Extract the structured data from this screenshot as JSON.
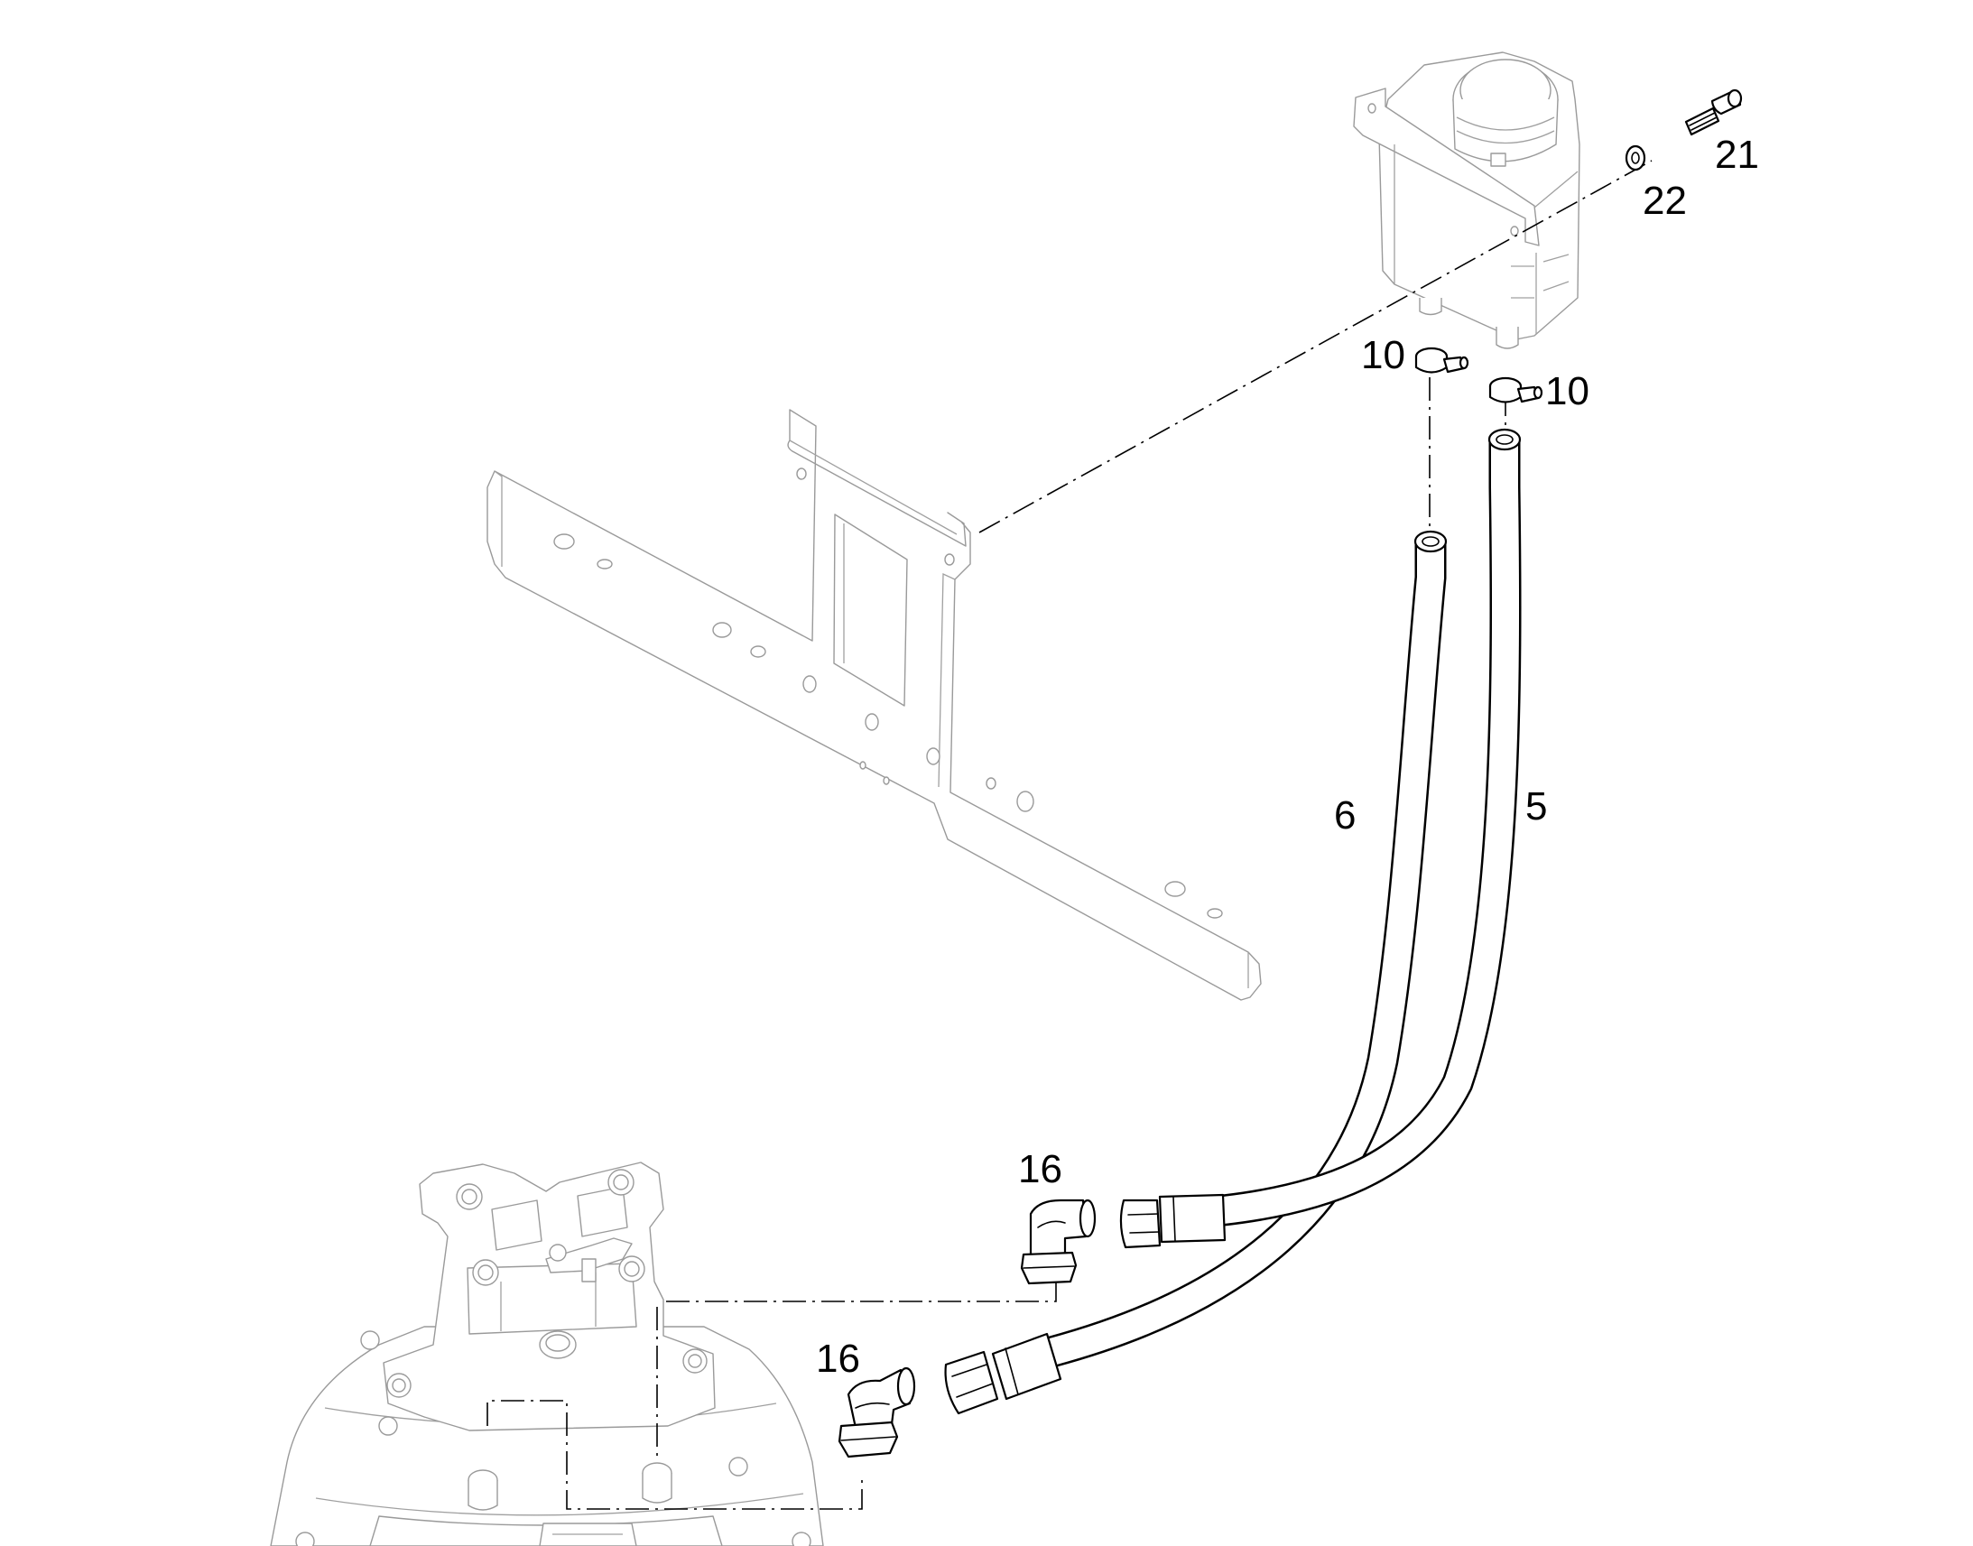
{
  "callouts": {
    "bolt": "21",
    "washer": "22",
    "clamp_left": "10",
    "clamp_right": "10",
    "hose_6": "6",
    "hose_5": "5",
    "elbow_upper": "16",
    "elbow_lower": "16"
  },
  "colors": {
    "ink": "#000000",
    "ghost": "#9a9a9a",
    "background": "#ffffff"
  }
}
